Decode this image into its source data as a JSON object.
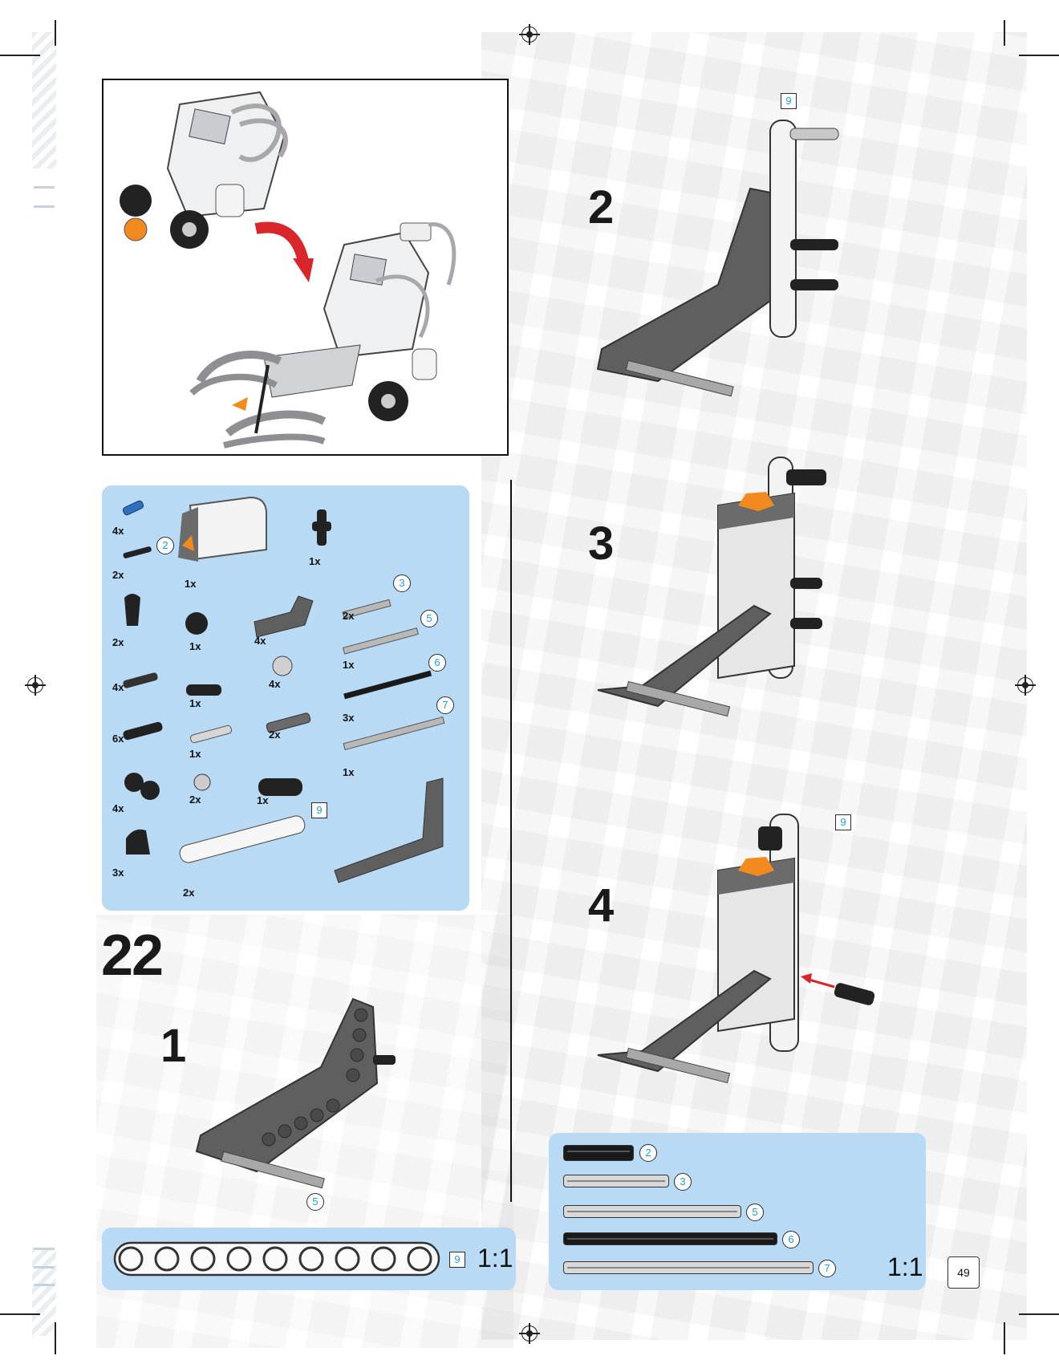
{
  "page_number": "49",
  "main_step": "22",
  "sub_steps": [
    "1",
    "2",
    "3",
    "4"
  ],
  "parts_list": {
    "items": [
      {
        "qty": "4x"
      },
      {
        "qty": "2x"
      },
      {
        "qty": "1x"
      },
      {
        "qty": "1x"
      },
      {
        "qty": "2x"
      },
      {
        "qty": "1x"
      },
      {
        "qty": "4x"
      },
      {
        "qty": "2x"
      },
      {
        "qty": "4x"
      },
      {
        "qty": "1x"
      },
      {
        "qty": "4x"
      },
      {
        "qty": "1x"
      },
      {
        "qty": "6x"
      },
      {
        "qty": "1x"
      },
      {
        "qty": "2x"
      },
      {
        "qty": "3x"
      },
      {
        "qty": "1x"
      },
      {
        "qty": "4x"
      },
      {
        "qty": "2x"
      },
      {
        "qty": "1x"
      },
      {
        "qty": "3x"
      },
      {
        "qty": "2x"
      }
    ],
    "length_marks": [
      "2",
      "3",
      "5",
      "6",
      "7",
      "9"
    ]
  },
  "step1_mark": "5",
  "step2_mark": "9",
  "step4_mark": "9",
  "ruler_left": {
    "mark": "9",
    "scale": "1:1"
  },
  "ruler_right": {
    "marks": [
      "2",
      "3",
      "5",
      "6",
      "7"
    ],
    "scale": "1:1"
  },
  "colors": {
    "panel": "#b9daf4",
    "accent_orange": "#f28a1f",
    "arrow_red": "#d9262a",
    "beam_gray": "#5f5f5f",
    "label_cyan": "#1ea0d8"
  }
}
